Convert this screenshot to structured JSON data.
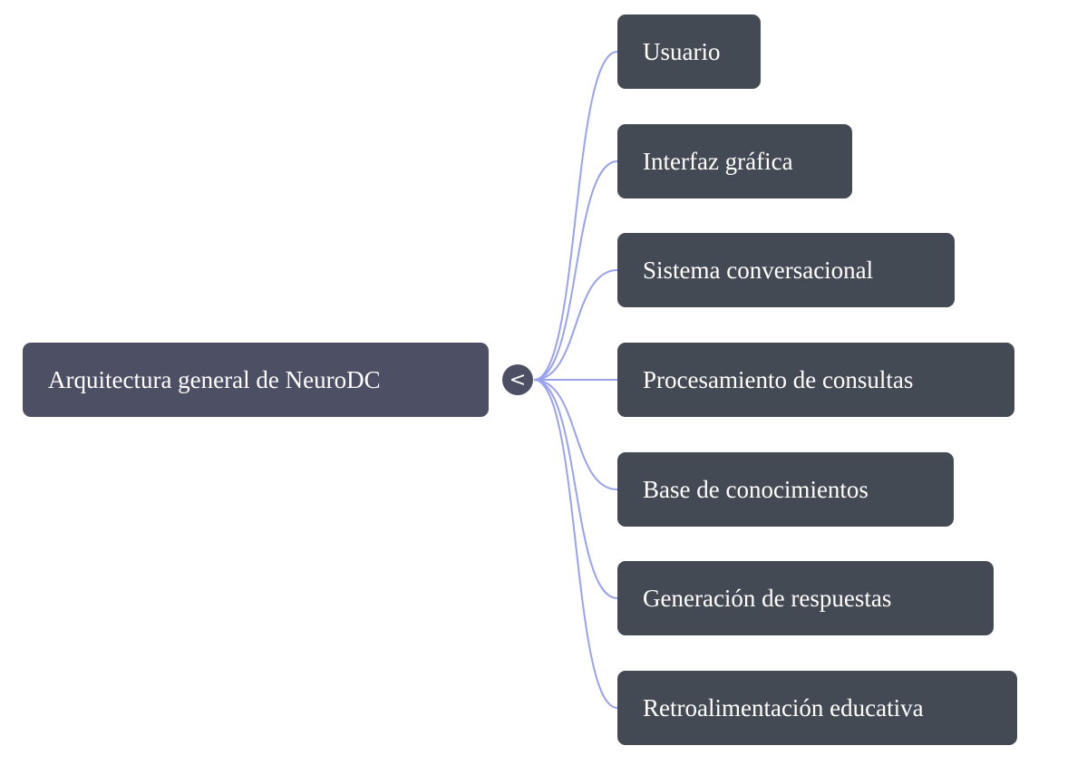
{
  "root": {
    "label": "Arquitectura general de NeuroDC"
  },
  "toggle": {
    "glyph": "<",
    "icon": "chevron-left-icon"
  },
  "children": [
    {
      "label": "Usuario"
    },
    {
      "label": "Interfaz gráfica"
    },
    {
      "label": "Sistema conversacional"
    },
    {
      "label": "Procesamiento de consultas"
    },
    {
      "label": "Base de conocimientos"
    },
    {
      "label": "Generación de respuestas"
    },
    {
      "label": "Retroalimentación educativa"
    }
  ],
  "colors": {
    "root_fill": "#4d4f64",
    "child_fill": "#434a54",
    "connector": "#9aa3ea",
    "text": "#ffffff"
  }
}
